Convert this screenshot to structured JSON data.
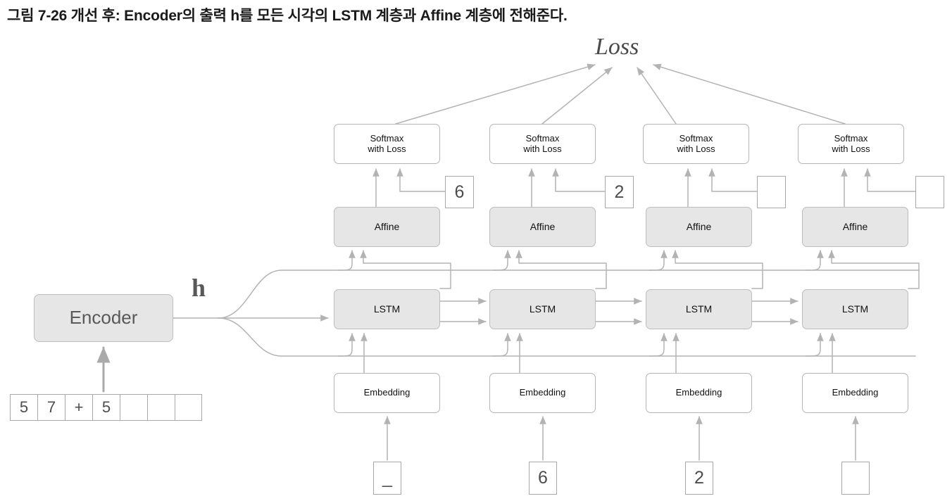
{
  "figure": {
    "caption": "그림 7-26  개선 후: Encoder의 출력 h를 모든 시각의 LSTM 계층과 Affine 계층에 전해준다.",
    "loss_label": "Loss",
    "h_label": "h",
    "encoder_label": "Encoder"
  },
  "colors": {
    "box_gray_fill": "#e6e6e6",
    "box_gray_border": "#bdbdbd",
    "box_white_fill": "#ffffff",
    "box_white_border": "#b5b5b5",
    "wire": "#b3b3b3",
    "wire_dark": "#a6a6a6",
    "text": "#111111",
    "text_gray": "#595959",
    "caption_text": "#1a1a1a"
  },
  "encoder_input": {
    "cells": [
      "5",
      "7",
      "+",
      "5",
      "",
      "",
      ""
    ]
  },
  "columns": [
    {
      "index": 0,
      "softmax_label": "Softmax\nwith Loss",
      "affine_label": "Affine",
      "lstm_label": "LSTM",
      "embedding_label": "Embedding",
      "teacher_token": "6",
      "input_token": "_"
    },
    {
      "index": 1,
      "softmax_label": "Softmax\nwith Loss",
      "affine_label": "Affine",
      "lstm_label": "LSTM",
      "embedding_label": "Embedding",
      "teacher_token": "2",
      "input_token": "6"
    },
    {
      "index": 2,
      "softmax_label": "Softmax\nwith Loss",
      "affine_label": "Affine",
      "lstm_label": "LSTM",
      "embedding_label": "Embedding",
      "teacher_token": "",
      "input_token": "2"
    },
    {
      "index": 3,
      "softmax_label": "Softmax\nwith Loss",
      "affine_label": "Affine",
      "lstm_label": "LSTM",
      "embedding_label": "Embedding",
      "teacher_token": "",
      "input_token": ""
    }
  ]
}
